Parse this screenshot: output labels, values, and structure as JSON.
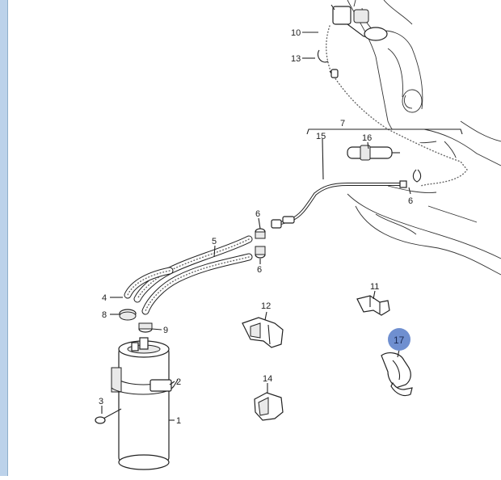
{
  "labels": {
    "l1": "1",
    "l2": "2",
    "l3": "3",
    "l4": "4",
    "l5": "5",
    "l6a": "6",
    "l6b": "6",
    "l6c": "6",
    "l7": "7",
    "l8": "8",
    "l9": "9",
    "l10": "10",
    "l11": "11",
    "l12": "12",
    "l13": "13",
    "l14": "14",
    "l15": "15",
    "l16": "16",
    "l17": "17"
  },
  "highlight": {
    "label": "17",
    "color": "#6f8fd0"
  },
  "colors": {
    "frame": "#bcd2ea",
    "line": "#222222"
  }
}
